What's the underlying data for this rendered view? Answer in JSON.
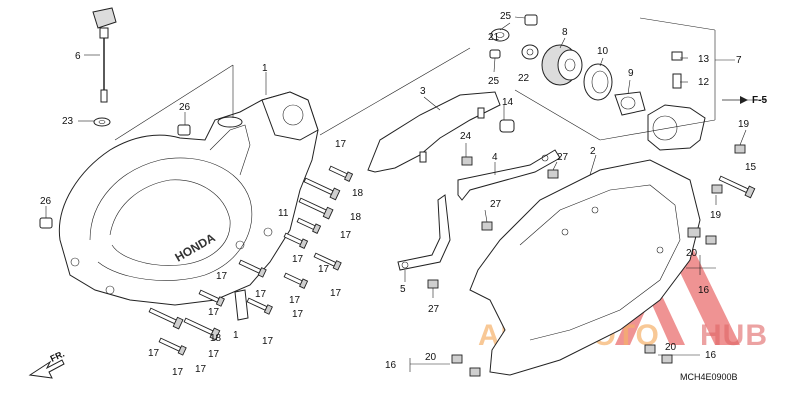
{
  "diagram": {
    "code": "MCH4E0900B",
    "direction_label": "FR.",
    "ref_label": "F-5",
    "watermark": {
      "part_a": "AUTOMOTO",
      "part_b": "HUB"
    },
    "callouts": {
      "c1a": "1",
      "c1b": "1",
      "c2": "2",
      "c3": "3",
      "c4": "4",
      "c5": "5",
      "c6": "6",
      "c7": "7",
      "c8": "8",
      "c9": "9",
      "c10": "10",
      "c11": "11",
      "c12": "12",
      "c13": "13",
      "c14": "14",
      "c15": "15",
      "c16a": "16",
      "c16b": "16",
      "c16c": "16",
      "c17a": "17",
      "c17b": "17",
      "c17c": "17",
      "c17d": "17",
      "c17e": "17",
      "c17f": "17",
      "c17g": "17",
      "c17h": "17",
      "c17i": "17",
      "c17j": "17",
      "c17k": "17",
      "c17l": "17",
      "c17m": "17",
      "c17n": "17",
      "c17o": "17",
      "c18a": "18",
      "c18b": "18",
      "c18c": "18",
      "c19a": "19",
      "c19b": "19",
      "c20a": "20",
      "c20b": "20",
      "c20c": "20",
      "c21": "21",
      "c22": "22",
      "c23": "23",
      "c24": "24",
      "c25a": "25",
      "c25b": "25",
      "c26a": "26",
      "c26b": "26",
      "c27a": "27",
      "c27b": "27",
      "c27c": "27"
    }
  }
}
